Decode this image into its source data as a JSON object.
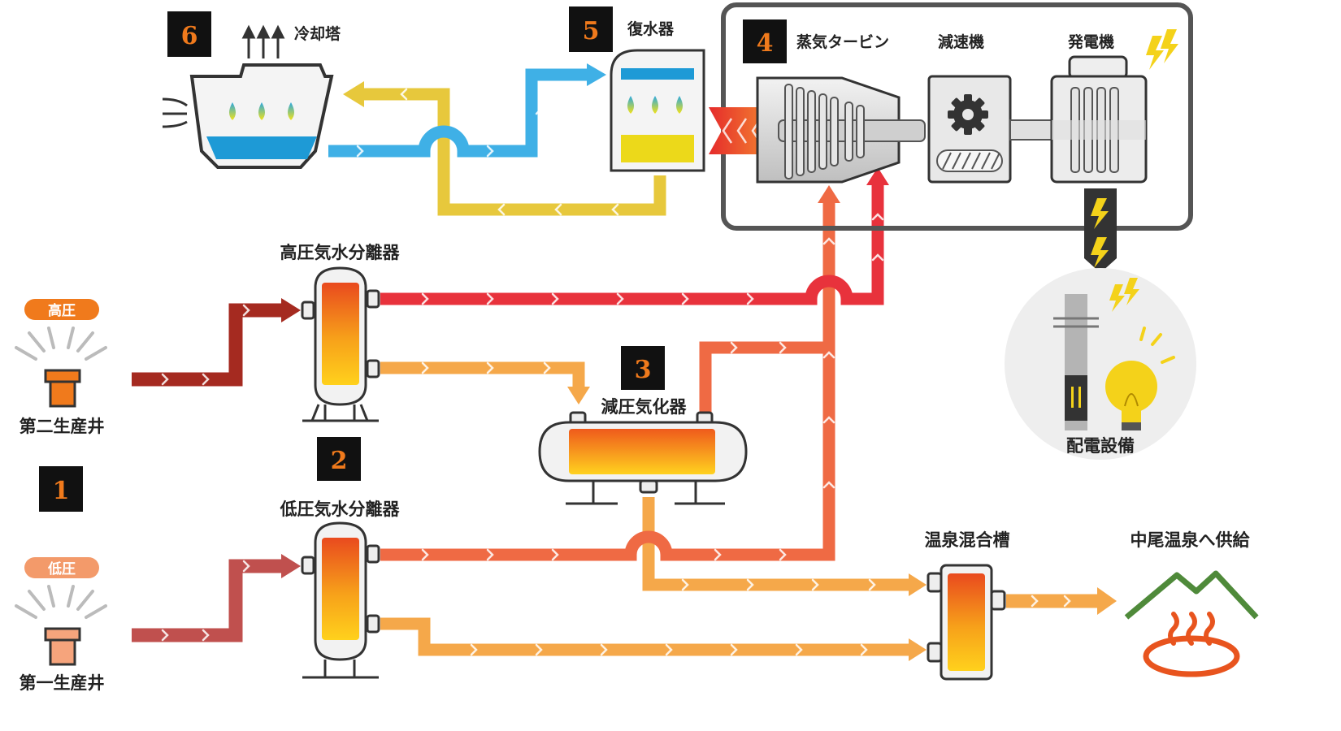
{
  "steps": {
    "s1": "1",
    "s2": "2",
    "s3": "3",
    "s4": "4",
    "s5": "5",
    "s6": "6"
  },
  "labels": {
    "cooling_tower": "冷却塔",
    "condenser": "復水器",
    "steam_turbine": "蒸気タービン",
    "reducer": "減速機",
    "generator": "発電機",
    "hp_separator": "高圧気水分離器",
    "flasher": "減圧気化器",
    "lp_separator": "低圧気水分離器",
    "mixing_tank": "温泉混合槽",
    "supply": "中尾温泉へ供給",
    "well2": "第二生産井",
    "well1": "第一生産井",
    "distribution": "配電設備"
  },
  "badges": {
    "high_pressure": "高圧",
    "low_pressure": "低圧"
  },
  "colors": {
    "steam_hp": "#e8323c",
    "steam_lp": "#ef6a44",
    "hot_water": "#f5a84a",
    "well_hp_pipe": "#a52a20",
    "well_lp_pipe": "#c0504e",
    "cooling_water": "#3fb0e6",
    "condensate": "#e7c83c",
    "frame": "#555555",
    "badge_hp": "#f07a1c",
    "badge_lp": "#f39a6a",
    "mountain": "#4f8a3a"
  }
}
